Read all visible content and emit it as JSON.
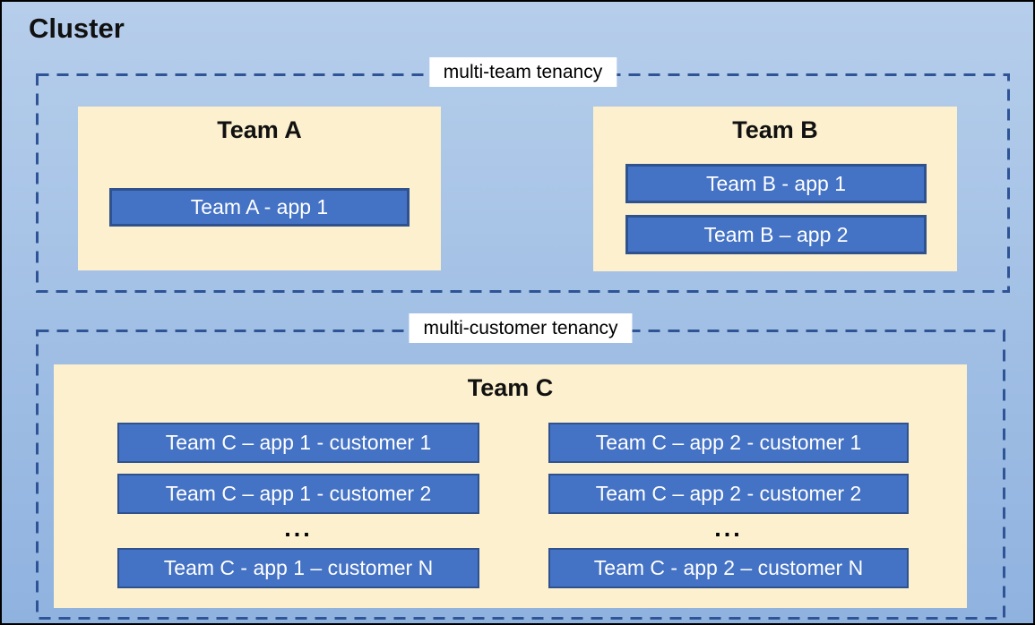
{
  "cluster_title": "Cluster",
  "multi_team": {
    "label": "multi-team tenancy",
    "team_a": {
      "title": "Team A",
      "apps": [
        "Team A - app 1"
      ]
    },
    "team_b": {
      "title": "Team B",
      "apps": [
        "Team B - app 1",
        "Team B – app 2"
      ]
    }
  },
  "multi_customer": {
    "label": "multi-customer tenancy",
    "team_c": {
      "title": "Team C",
      "col1": {
        "rows": [
          "Team C – app 1 - customer 1",
          "Team C – app 1 - customer 2"
        ],
        "ellipsis": "...",
        "row_n": "Team C - app 1 – customer N"
      },
      "col2": {
        "rows": [
          "Team C – app 2 - customer 1",
          "Team C – app 2 - customer 2"
        ],
        "ellipsis": "...",
        "row_n": "Team C - app 2 – customer N"
      }
    }
  },
  "colors": {
    "app_fill": "#4472C4",
    "app_border": "#2F528F",
    "team_fill": "#FCF0CE",
    "dash": "#2F5496",
    "bg_top": "#B6CEEB",
    "bg_bottom": "#8FB2DF",
    "label_bg": "#FFFFFF"
  }
}
